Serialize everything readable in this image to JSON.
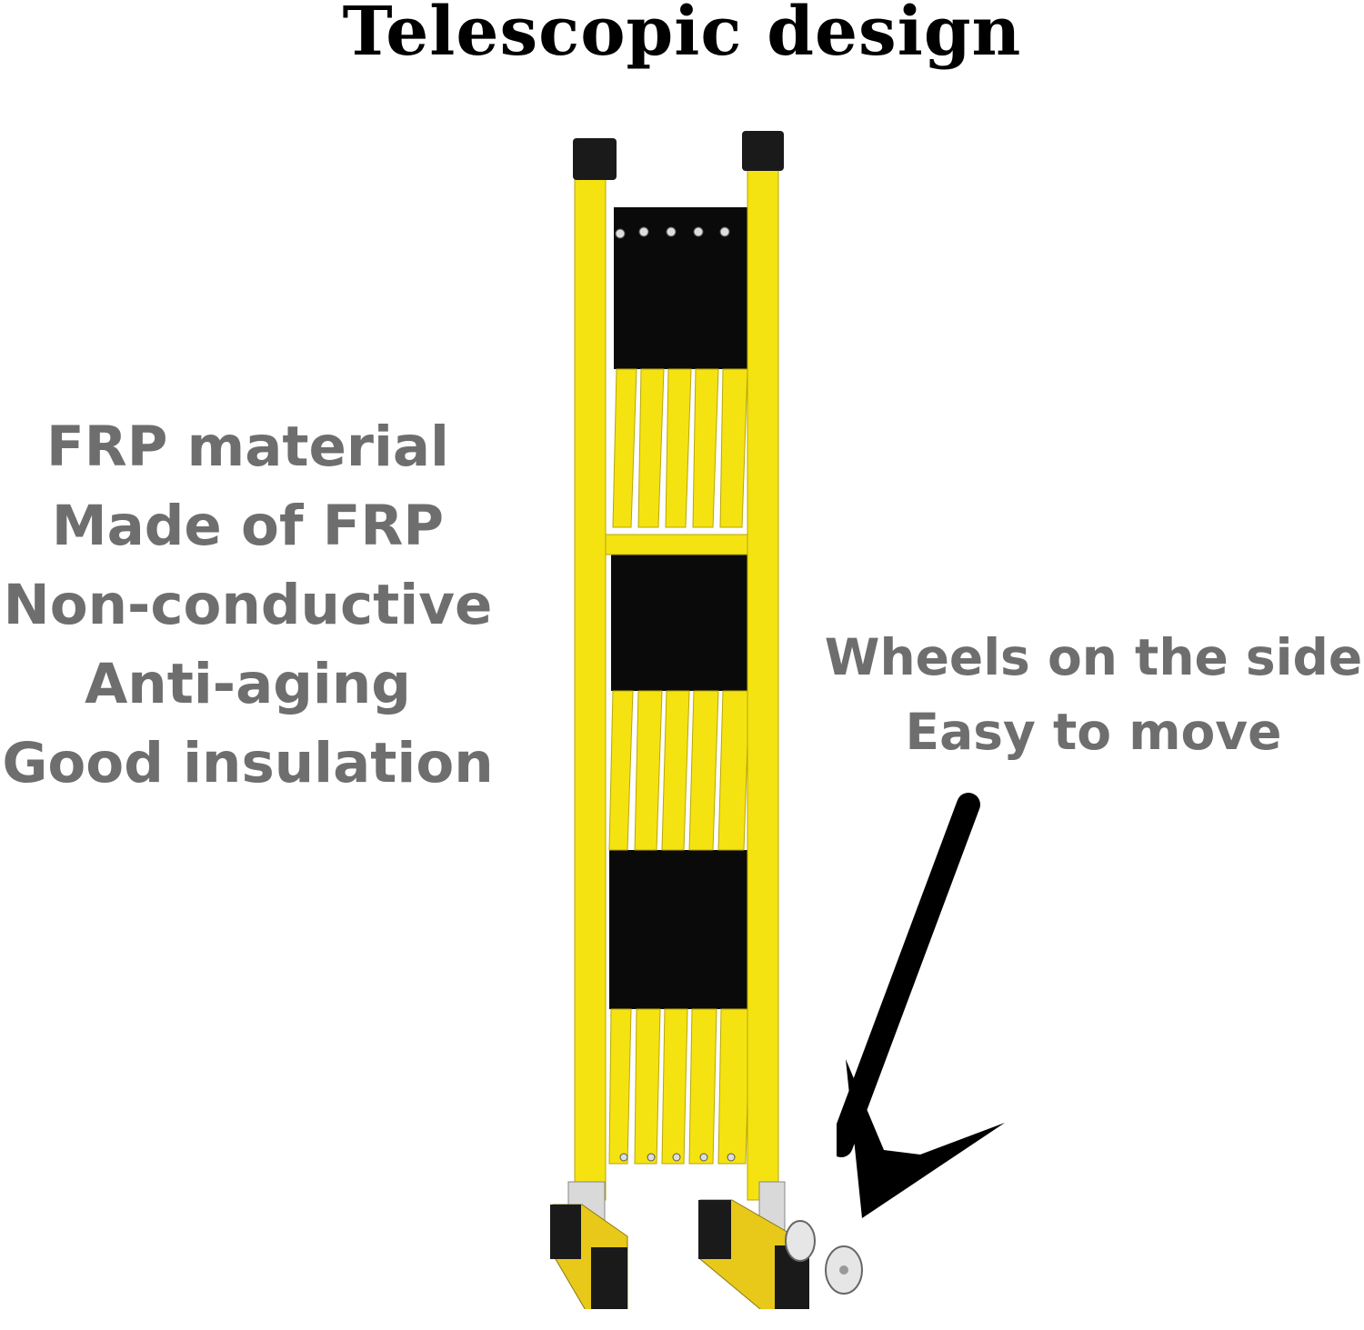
{
  "title": "Telescopic design",
  "features": [
    "FRP material",
    "Made of FRP",
    "Non-conductive",
    "Anti-aging",
    "Good insulation"
  ],
  "wheels_note": [
    "Wheels on the side",
    "Easy to move"
  ],
  "colors": {
    "barrier_yellow": "#f5e311",
    "barrier_black": "#0a0a0a",
    "text_gray": "#6e6e6e",
    "title_black": "#000000"
  },
  "icons": {
    "arrow": "arrow-down-left-icon"
  }
}
